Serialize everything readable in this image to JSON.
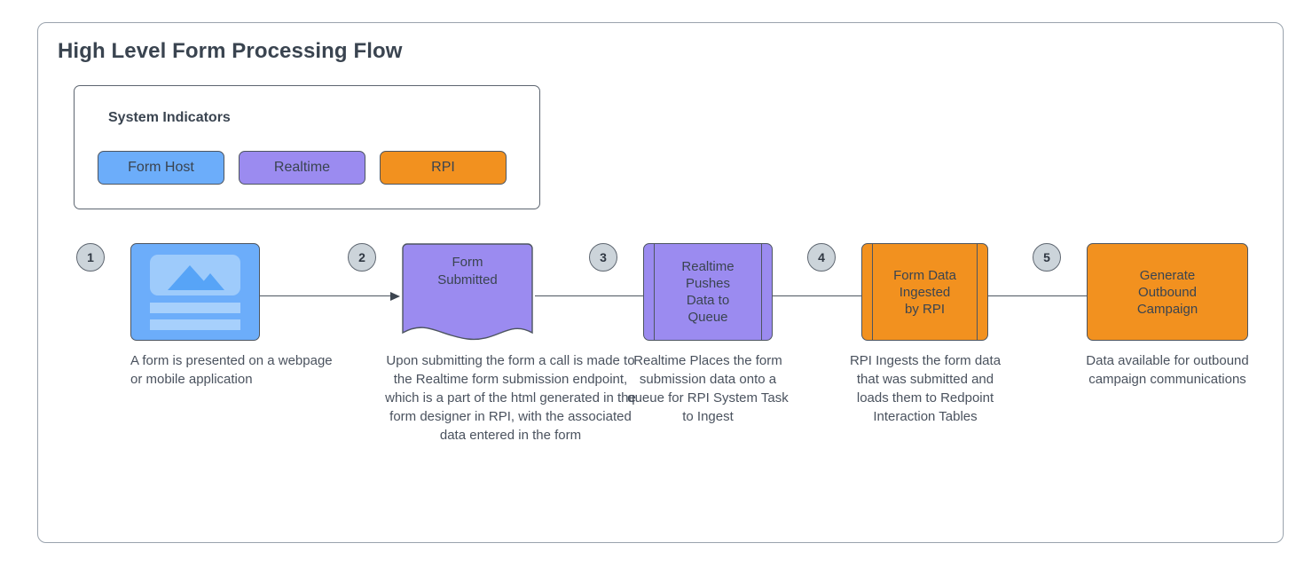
{
  "page": {
    "title": "High Level Form Processing Flow",
    "background": "#ffffff",
    "border_color": "#9aa3ad",
    "text_color": "#3a4450"
  },
  "legend": {
    "title": "System Indicators",
    "items": [
      {
        "label": "Form Host",
        "color": "#6cadfa"
      },
      {
        "label": "Realtime",
        "color": "#9b8bf0"
      },
      {
        "label": "RPI",
        "color": "#f2911f"
      }
    ]
  },
  "flow": {
    "steps": [
      {
        "number": "1",
        "shape": "image-placeholder",
        "color": "#6cadfa",
        "node_label": [],
        "caption": "A form is presented on a webpage or mobile application",
        "caption_align": "left",
        "system": "Form Host"
      },
      {
        "number": "2",
        "shape": "document",
        "color": "#9b8bf0",
        "node_label": [
          "Form",
          "Submitted"
        ],
        "caption": "Upon submitting the form a call is made to the Realtime form submission endpoint, which is a part of the html generated in the form designer in RPI, with the associated data entered in the form",
        "caption_align": "center",
        "system": "Realtime"
      },
      {
        "number": "3",
        "shape": "predefined-process",
        "color": "#9b8bf0",
        "node_label": [
          "Realtime",
          "Pushes",
          "Data to",
          "Queue"
        ],
        "caption": "Realtime Places the form submission data onto a queue for RPI System Task to Ingest",
        "caption_align": "center",
        "system": "Realtime"
      },
      {
        "number": "4",
        "shape": "predefined-process",
        "color": "#f2911f",
        "node_label": [
          "Form Data",
          "Ingested",
          "by RPI"
        ],
        "caption": "RPI Ingests the form data that was submitted and loads them to Redpoint Interaction Tables",
        "caption_align": "center",
        "system": "RPI"
      },
      {
        "number": "5",
        "shape": "rect",
        "color": "#f2911f",
        "node_label": [
          "Generate",
          "Outbound",
          "Campaign"
        ],
        "caption": "Data available for outbound campaign communications",
        "caption_align": "center",
        "system": "RPI"
      }
    ],
    "connector_color": "#4d5560",
    "badge_color": "#ccd4da"
  }
}
